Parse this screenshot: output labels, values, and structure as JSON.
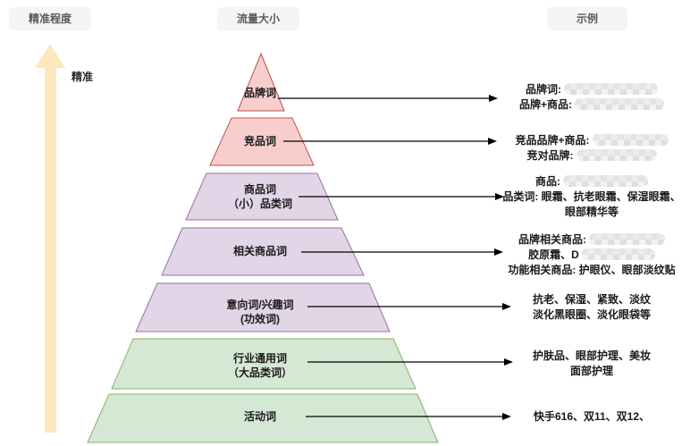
{
  "headers": {
    "precision": "精准程度",
    "traffic": "流量大小",
    "example": "示例"
  },
  "axis_label": "精准",
  "pyramid_levels": [
    {
      "label": "品牌词",
      "label2": "",
      "color_group": "red"
    },
    {
      "label": "竞品词",
      "label2": "",
      "color_group": "red"
    },
    {
      "label": "商品词",
      "label2": "（小）品类词",
      "color_group": "purple"
    },
    {
      "label": "相关商品词",
      "label2": "",
      "color_group": "purple"
    },
    {
      "label": "意向词/兴趣词",
      "label2": "(功效词)",
      "color_group": "purple"
    },
    {
      "label": "行业通用词",
      "label2": "（大品类词）",
      "color_group": "green"
    },
    {
      "label": "活动词",
      "label2": "",
      "color_group": "green"
    }
  ],
  "examples": [
    {
      "lines": [
        {
          "text": "品牌词:",
          "redacted": true
        },
        {
          "text": "品牌+商品:",
          "redacted": true
        }
      ]
    },
    {
      "lines": [
        {
          "text": "竞品品牌+商品:",
          "redacted": true
        },
        {
          "text": "竞对品牌:",
          "redacted": true
        }
      ]
    },
    {
      "lines": [
        {
          "text": "商品:",
          "redacted": true
        },
        {
          "text": "品类词: 眼霜、抗老眼霜、保湿眼霜、",
          "redacted": false
        },
        {
          "text": "眼部精华等",
          "redacted": false
        }
      ]
    },
    {
      "lines": [
        {
          "text": "品牌相关商品:",
          "redacted": true
        },
        {
          "text": "胶原霜、D",
          "redacted": true
        },
        {
          "text": "功能相关商品: 护眼仪、眼部淡纹贴",
          "redacted": false
        }
      ]
    },
    {
      "lines": [
        {
          "text": "抗老、保湿、紧致、淡纹",
          "redacted": false
        },
        {
          "text": "淡化黑眼圈、淡化眼袋等",
          "redacted": false
        }
      ]
    },
    {
      "lines": [
        {
          "text": "护肤品、眼部护理、美妆",
          "redacted": false
        },
        {
          "text": "面部护理",
          "redacted": false
        }
      ]
    },
    {
      "lines": [
        {
          "text": "快手616、双11、双12、",
          "redacted": false
        }
      ]
    }
  ],
  "colors": {
    "red_fill": "#f8cecc",
    "red_stroke": "#b85450",
    "purple_fill": "#e1d5e7",
    "purple_stroke": "#9673a6",
    "green_fill": "#d5e8d4",
    "green_stroke": "#82b366",
    "axis_arrow": "#fce8bc",
    "connector": "#000000",
    "header_bg": "#f5f5f5"
  }
}
